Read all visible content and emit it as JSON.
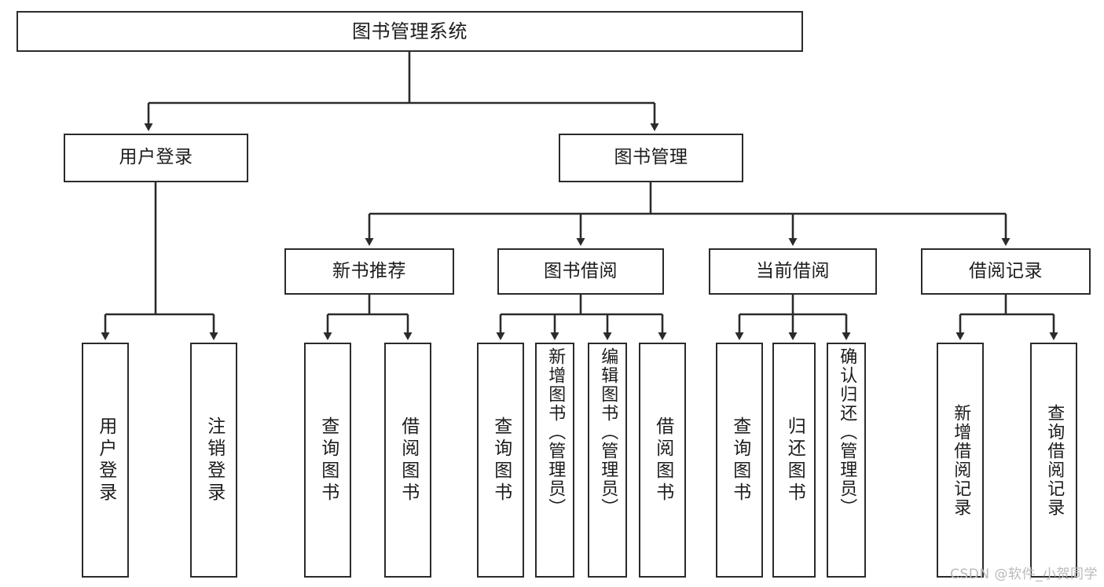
{
  "diagram": {
    "title": "图书管理系统",
    "type": "tree",
    "stroke_color": "#2b2b2b",
    "fill_color": "#ffffff",
    "text_color": "#1c1c1c"
  },
  "root": {
    "label": "图书管理系统"
  },
  "level2": [
    {
      "label": "用户登录"
    },
    {
      "label": "图书管理"
    }
  ],
  "level3": [
    {
      "label": "新书推荐"
    },
    {
      "label": "图书借阅"
    },
    {
      "label": "当前借阅"
    },
    {
      "label": "借阅记录"
    }
  ],
  "leaves": {
    "user_login": [
      {
        "label": "用户登录"
      },
      {
        "label": "注销登录"
      }
    ],
    "new_book": [
      {
        "label": "查询图书"
      },
      {
        "label": "借阅图书"
      }
    ],
    "book_borrow": [
      {
        "label": "查询图书"
      },
      {
        "label": "新增图书（管理员）"
      },
      {
        "label": "编辑图书（管理员）"
      },
      {
        "label": "借阅图书"
      }
    ],
    "current_borrow": [
      {
        "label": "查询图书"
      },
      {
        "label": "归还图书"
      },
      {
        "label": "确认归还（管理员）"
      }
    ],
    "borrow_record": [
      {
        "label": "新增借阅记录"
      },
      {
        "label": "查询借阅记录"
      }
    ]
  },
  "watermark": {
    "text": "CSDN @软件_小贺同学"
  }
}
